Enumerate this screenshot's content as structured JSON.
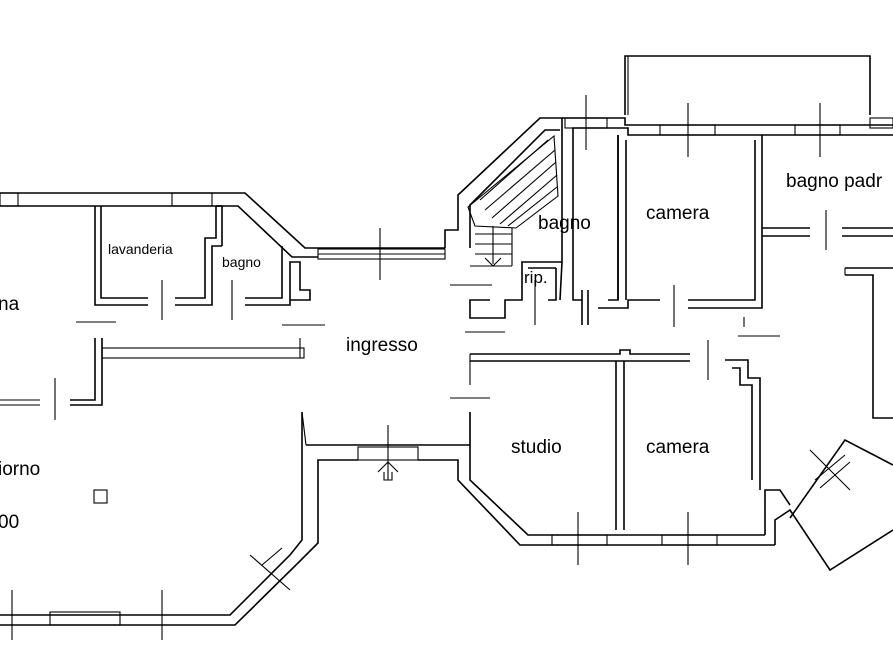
{
  "floorplan": {
    "rooms": [
      {
        "id": "cucina",
        "label": "na"
      },
      {
        "id": "lavanderia",
        "label": "lavanderia"
      },
      {
        "id": "bagno-small",
        "label": "bagno"
      },
      {
        "id": "ingresso",
        "label": "ingresso"
      },
      {
        "id": "bagno",
        "label": "bagno"
      },
      {
        "id": "rip",
        "label": "rip."
      },
      {
        "id": "camera-top",
        "label": "camera"
      },
      {
        "id": "bagno-padronale",
        "label": "bagno padr"
      },
      {
        "id": "soggiorno",
        "label": "iorno"
      },
      {
        "id": "soggiorno-height",
        "label": "00"
      },
      {
        "id": "studio",
        "label": "studio"
      },
      {
        "id": "camera-bottom",
        "label": "camera"
      }
    ]
  }
}
